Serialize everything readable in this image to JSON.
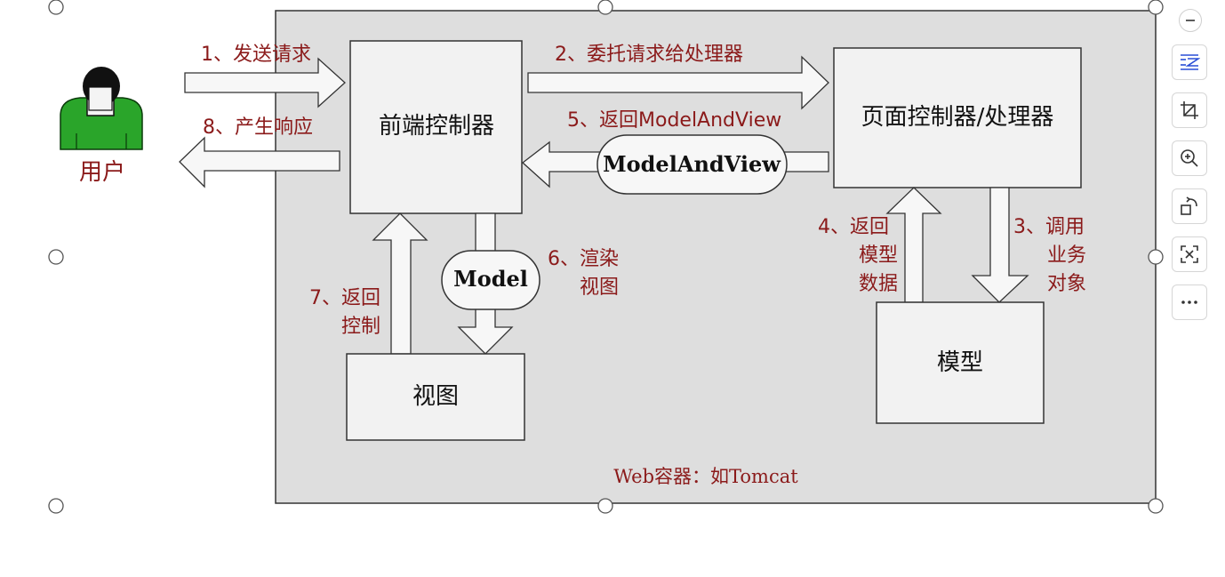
{
  "diagram": {
    "user_label": "用户",
    "front_controller": "前端控制器",
    "page_controller": "页面控制器/处理器",
    "view_box": "视图",
    "model_box": "模型",
    "container_label": "Web容器：如Tomcat",
    "steps": {
      "s1": "1、发送请求",
      "s2": "2、委托请求给处理器",
      "s3_line1": "3、调用",
      "s3_line2": "业务",
      "s3_line3": "对象",
      "s4_line1": "4、返回",
      "s4_line2": "模型",
      "s4_line3": "数据",
      "s5": "5、返回ModelAndView",
      "s6_line1": "6、渲染",
      "s6_line2": "视图",
      "s7_line1": "7、返回",
      "s7_line2": "控制",
      "s8": "8、产生响应"
    },
    "pill_model_and_view": "ModelAndView",
    "pill_model": "Model"
  },
  "toolbar": {
    "items": [
      "minus-icon",
      "text-wrap-icon",
      "crop-icon",
      "zoom-in-icon",
      "rotate-icon",
      "text-extract-icon",
      "more-icon"
    ]
  },
  "colors": {
    "label_red": "#8b1a1a",
    "container_fill": "#dedede",
    "box_fill": "#f2f2f2",
    "user_green": "#2aa52a"
  }
}
